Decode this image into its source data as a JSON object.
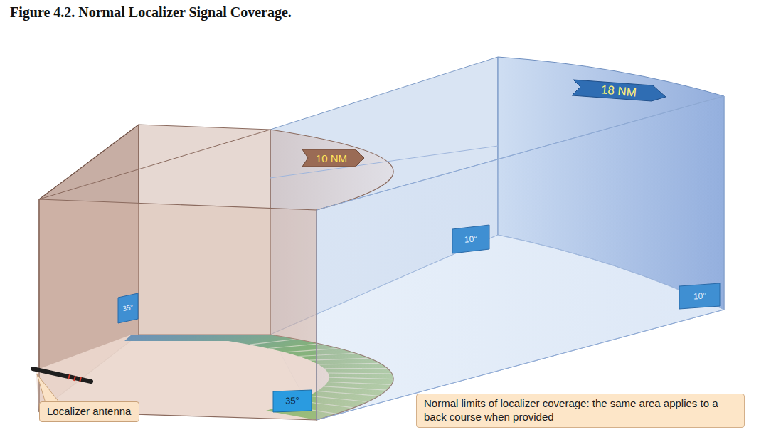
{
  "diagram": {
    "title": "Figure 4.2. Normal Localizer Signal Coverage.",
    "nodes": [
      {
        "text": [
          "Localizer antenna"
        ]
      },
      {
        "text": [
          "Normal limits of localizer coverage: the same area applies to a back course when provided"
        ]
      }
    ],
    "labels": [
      "10 NM",
      "18 NM",
      "10°",
      "10°",
      "35°",
      "35°"
    ]
  }
}
